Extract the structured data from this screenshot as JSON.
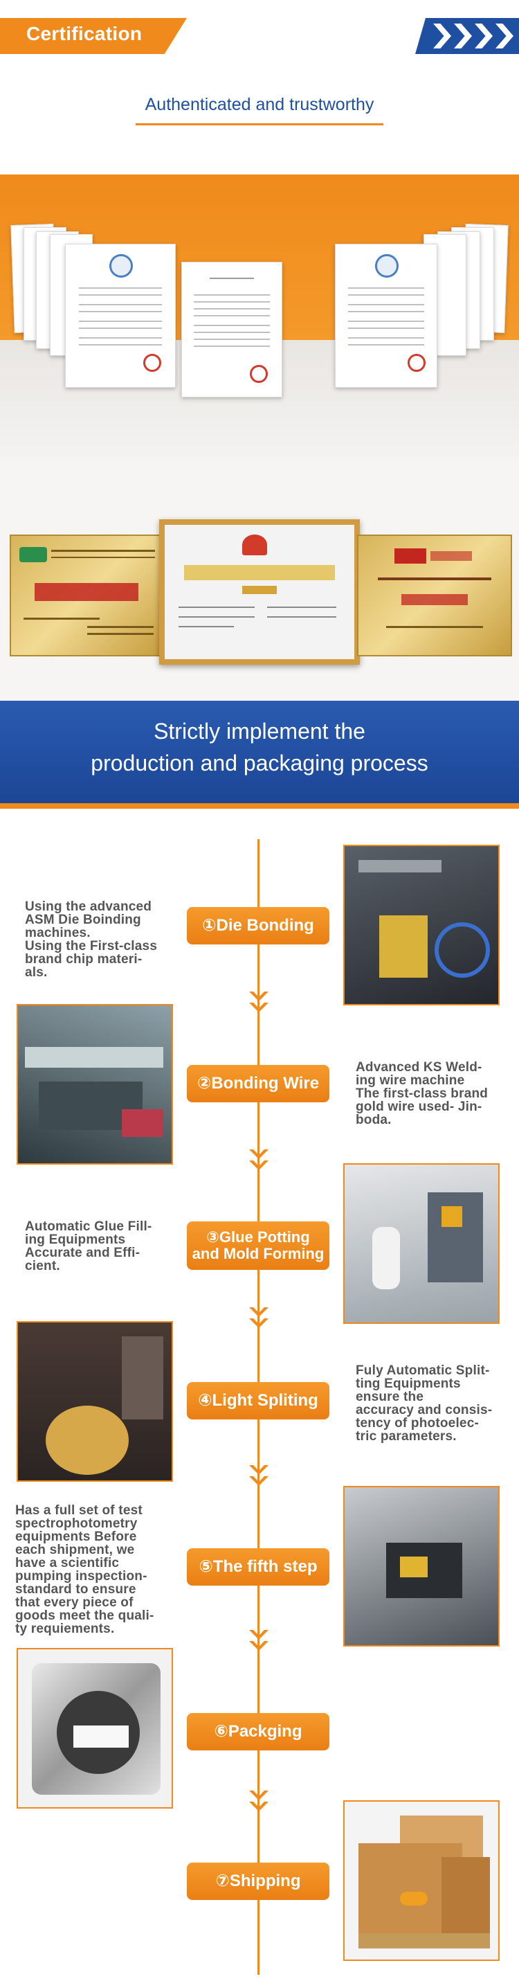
{
  "header": {
    "title": "Certification"
  },
  "intro": {
    "subtitle": "Authenticated and trustworthy"
  },
  "banner": {
    "line1": "Strictly implement the",
    "line2": "production and packaging process"
  },
  "steps": [
    {
      "label": "①Die Bonding",
      "description": [
        "Using the advanced",
        "ASM Die Boinding",
        "machines.",
        "Using the First-class",
        "brand chip materi-",
        "als."
      ]
    },
    {
      "label": "②Bonding Wire",
      "description": [
        "Advanced KS Weld-",
        "ing wire machine",
        "The first-class brand",
        "gold wire used- Jin-",
        "boda."
      ]
    },
    {
      "label_line1": "③Glue Potting",
      "label_line2": "and Mold Forming",
      "description": [
        "Automatic Glue Fill-",
        "ing Equipments",
        "Accurate and Effi-",
        "cient."
      ]
    },
    {
      "label": "④Light Spliting",
      "description": [
        "Fuly Automatic Split-",
        "ting Equipments",
        "ensure the",
        "accuracy and consis-",
        "tency of photoelec-",
        "tric parameters."
      ]
    },
    {
      "label": "⑤The fifth step",
      "description": [
        "Has a full set of test",
        "spectrophotometry",
        "equipments Before",
        "each shipment, we",
        "have a scientific",
        "pumping inspection-",
        "standard to ensure",
        "that every piece of",
        "goods meet the quali-",
        "ty requiements."
      ]
    },
    {
      "label": "⑥Packging"
    },
    {
      "label": "⑦Shipping"
    }
  ],
  "colors": {
    "accent_orange": "#f08a1c",
    "brand_blue": "#1f4fa0"
  }
}
